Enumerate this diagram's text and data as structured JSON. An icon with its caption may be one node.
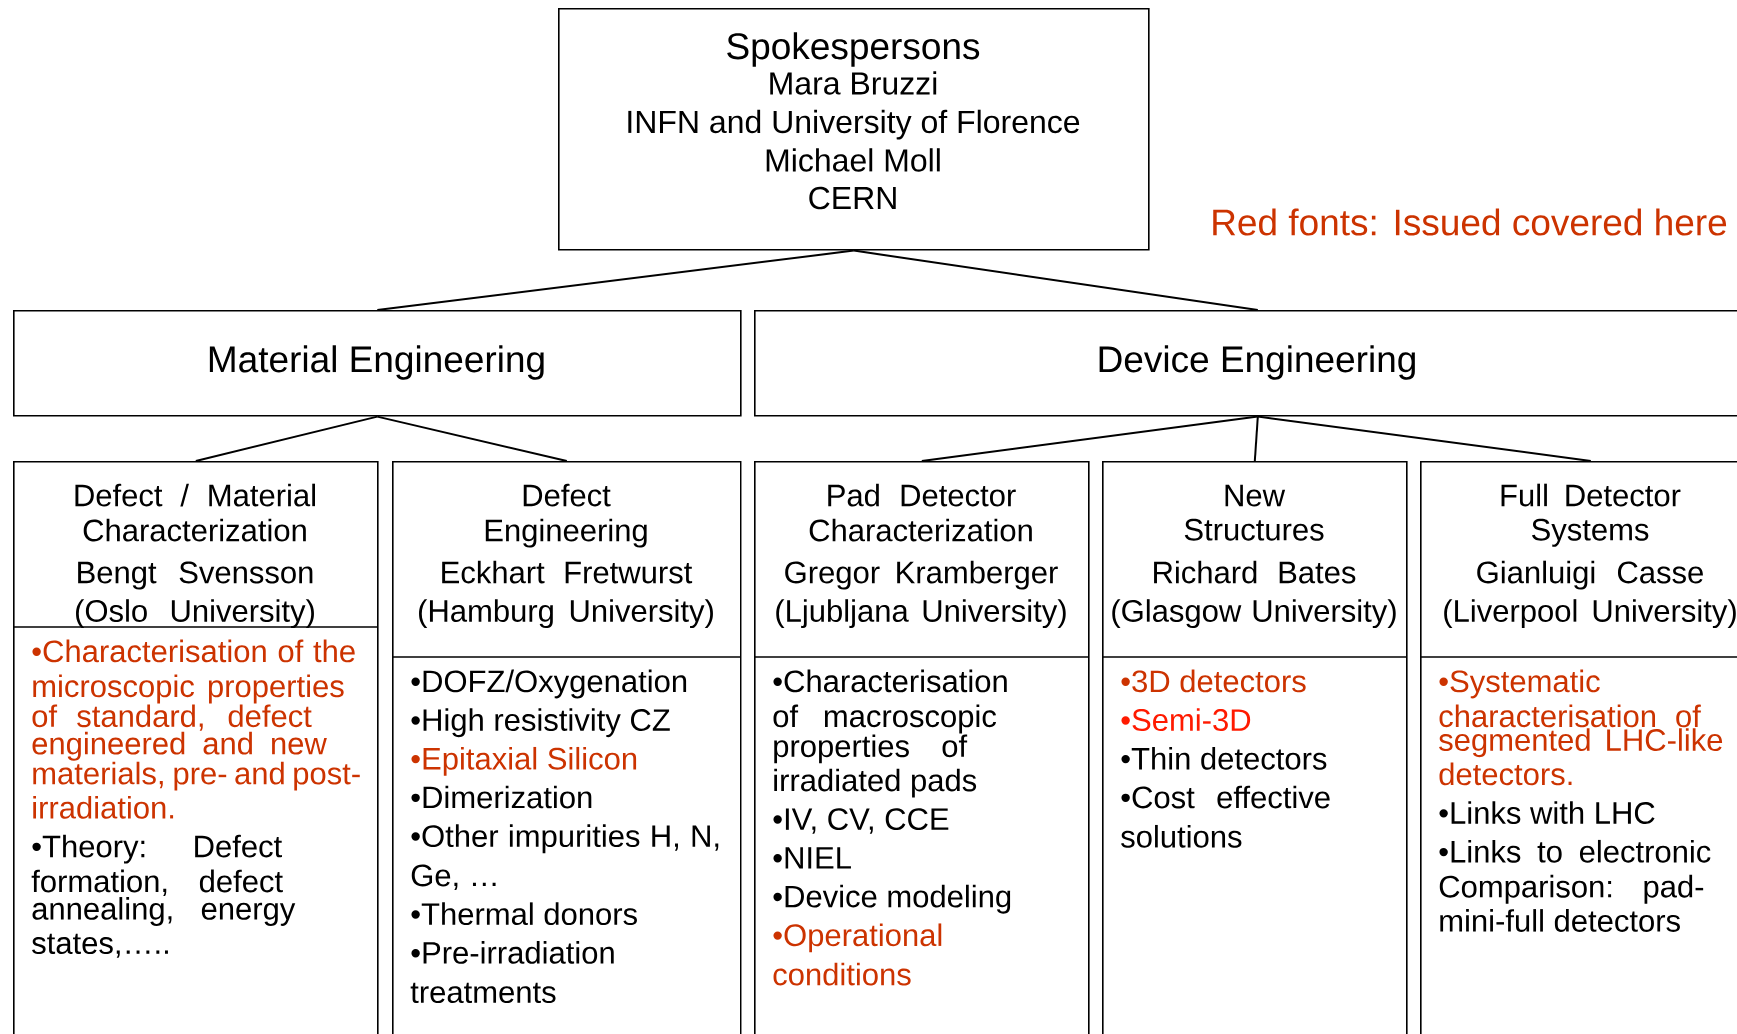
{
  "diagram": {
    "nodes": [
      {
        "text": [
          "Spokespersons",
          "Mara Bruzzi",
          "INFN and University of Florence",
          "Michael Moll",
          "CERN"
        ]
      },
      {
        "text": [
          "Material Engineering"
        ]
      },
      {
        "text": [
          "Device Engineering"
        ]
      },
      {
        "text": [
          "Defect / Material Characterization",
          "Bengt Svensson",
          "(Oslo University)",
          "•Characterisation of the microscopic properties of standard, defect engineered and new materials, pre- and post-irradiation.",
          "•Theory: Defect formation, defect annealing, energy states,….."
        ]
      },
      {
        "text": [
          "Defect Engineering",
          "Eckhart Fretwurst",
          "(Hamburg University)",
          "•DOFZ/Oxygenation",
          "•High resistivity CZ",
          "•Epitaxial Silicon",
          "•Dimerization",
          "•Other impurities H, N, Ge, …",
          "•Thermal donors",
          "•Pre-irradiation treatments"
        ]
      },
      {
        "text": [
          "Pad Detector Characterization",
          "Gregor Kramberger",
          "(Ljubljana University)",
          "•Characterisation of macroscopic properties of irradiated pads",
          "•IV, CV, CCE",
          "•NIEL",
          "•Device modeling",
          "•Operational conditions"
        ]
      },
      {
        "text": [
          "New Structures",
          "Richard Bates",
          "(Glasgow University)",
          "•3D detectors",
          "•Semi-3D",
          "•Thin detectors",
          "•Cost effective solutions"
        ]
      },
      {
        "text": [
          "Full Detector Systems",
          "Gianluigi Casse",
          "(Liverpool University)",
          "•Systematic characterisation of segmented LHC-like detectors.",
          "•Links with LHC",
          "•Links to electronic Comparison: pad-mini-full detectors"
        ]
      }
    ],
    "edges": [
      {
        "from": 0,
        "to": 1,
        "arrow": "none"
      },
      {
        "from": 0,
        "to": 2,
        "arrow": "none"
      },
      {
        "from": 1,
        "to": 3,
        "arrow": "none"
      },
      {
        "from": 1,
        "to": 4,
        "arrow": "none"
      },
      {
        "from": 2,
        "to": 5,
        "arrow": "none"
      },
      {
        "from": 2,
        "to": 6,
        "arrow": "none"
      },
      {
        "from": 2,
        "to": 7,
        "arrow": "none"
      }
    ],
    "labels": [
      "Red fonts: Issued covered here"
    ]
  }
}
